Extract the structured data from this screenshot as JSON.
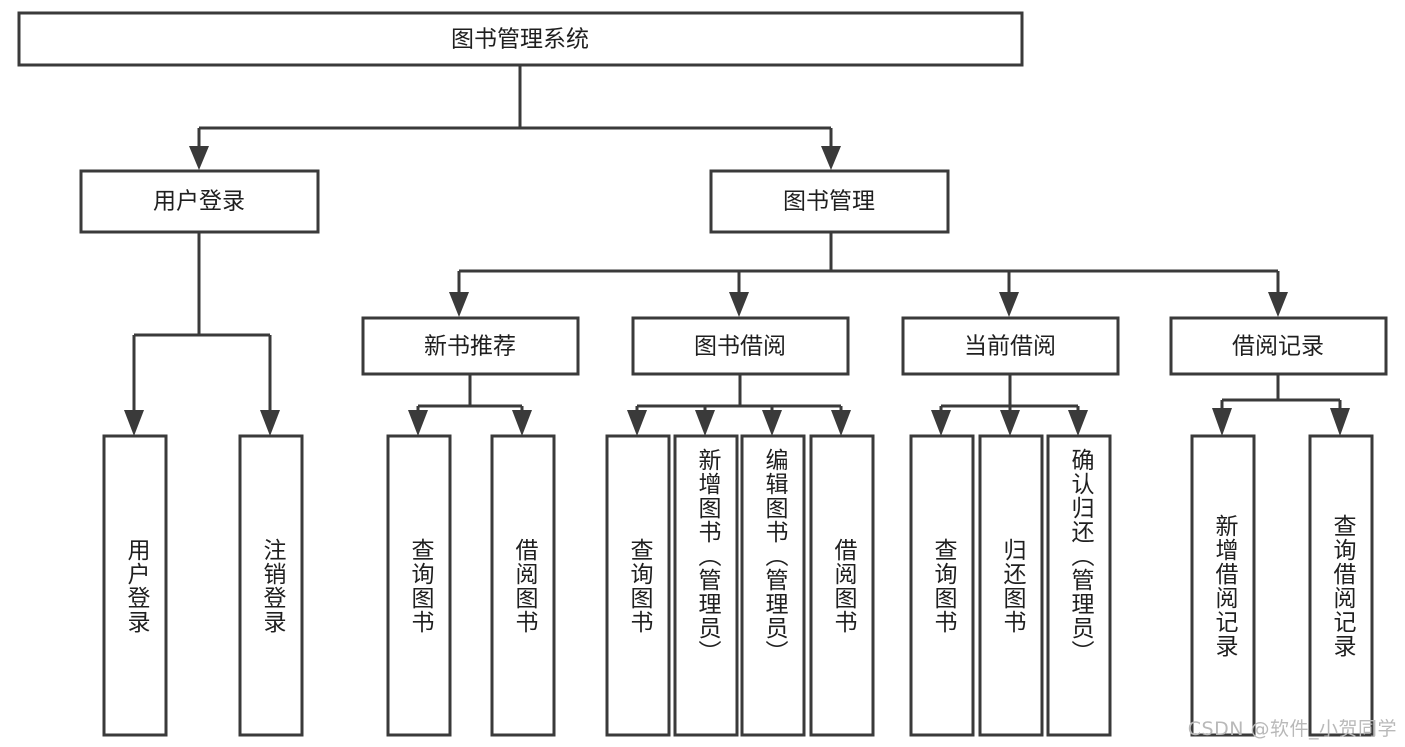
{
  "diagram": {
    "type": "tree-hierarchy-flowchart",
    "title": "图书管理系统",
    "root": {
      "label": "图书管理系统",
      "id": "root"
    },
    "level2": [
      {
        "id": "user-login",
        "label": "用户登录"
      },
      {
        "id": "book-management",
        "label": "图书管理"
      }
    ],
    "level3": [
      {
        "id": "new-book-recommend",
        "label": "新书推荐",
        "parent": "book-management"
      },
      {
        "id": "book-borrow",
        "label": "图书借阅",
        "parent": "book-management"
      },
      {
        "id": "current-borrow",
        "label": "当前借阅",
        "parent": "book-management"
      },
      {
        "id": "borrow-record",
        "label": "借阅记录",
        "parent": "book-management"
      }
    ],
    "leaves": [
      {
        "id": "leaf-user-login",
        "label": "用户登录",
        "parent": "user-login"
      },
      {
        "id": "leaf-logout-login",
        "label": "注销登录",
        "parent": "user-login"
      },
      {
        "id": "leaf-query-book-1",
        "label": "查询图书",
        "parent": "new-book-recommend"
      },
      {
        "id": "leaf-borrow-book-1",
        "label": "借阅图书",
        "parent": "new-book-recommend"
      },
      {
        "id": "leaf-query-book-2",
        "label": "查询图书",
        "parent": "book-borrow"
      },
      {
        "id": "leaf-add-book",
        "label": "新增图书（管理员）",
        "parent": "book-borrow"
      },
      {
        "id": "leaf-edit-book",
        "label": "编辑图书（管理员）",
        "parent": "book-borrow"
      },
      {
        "id": "leaf-borrow-book-2",
        "label": "借阅图书",
        "parent": "book-borrow"
      },
      {
        "id": "leaf-query-book-3",
        "label": "查询图书",
        "parent": "current-borrow"
      },
      {
        "id": "leaf-return-book",
        "label": "归还图书",
        "parent": "current-borrow"
      },
      {
        "id": "leaf-confirm-return",
        "label": "确认归还（管理员）",
        "parent": "current-borrow"
      },
      {
        "id": "leaf-add-record",
        "label": "新增借阅记录",
        "parent": "borrow-record"
      },
      {
        "id": "leaf-query-record",
        "label": "查询借阅记录",
        "parent": "borrow-record"
      }
    ],
    "colors": {
      "stroke": "#3a3a3a",
      "fill": "#ffffff",
      "text": "#1f1f1f",
      "watermark": "#b9b9b9",
      "background": "#ffffff"
    }
  },
  "watermark": {
    "text": "CSDN @软件_小贺同学"
  }
}
